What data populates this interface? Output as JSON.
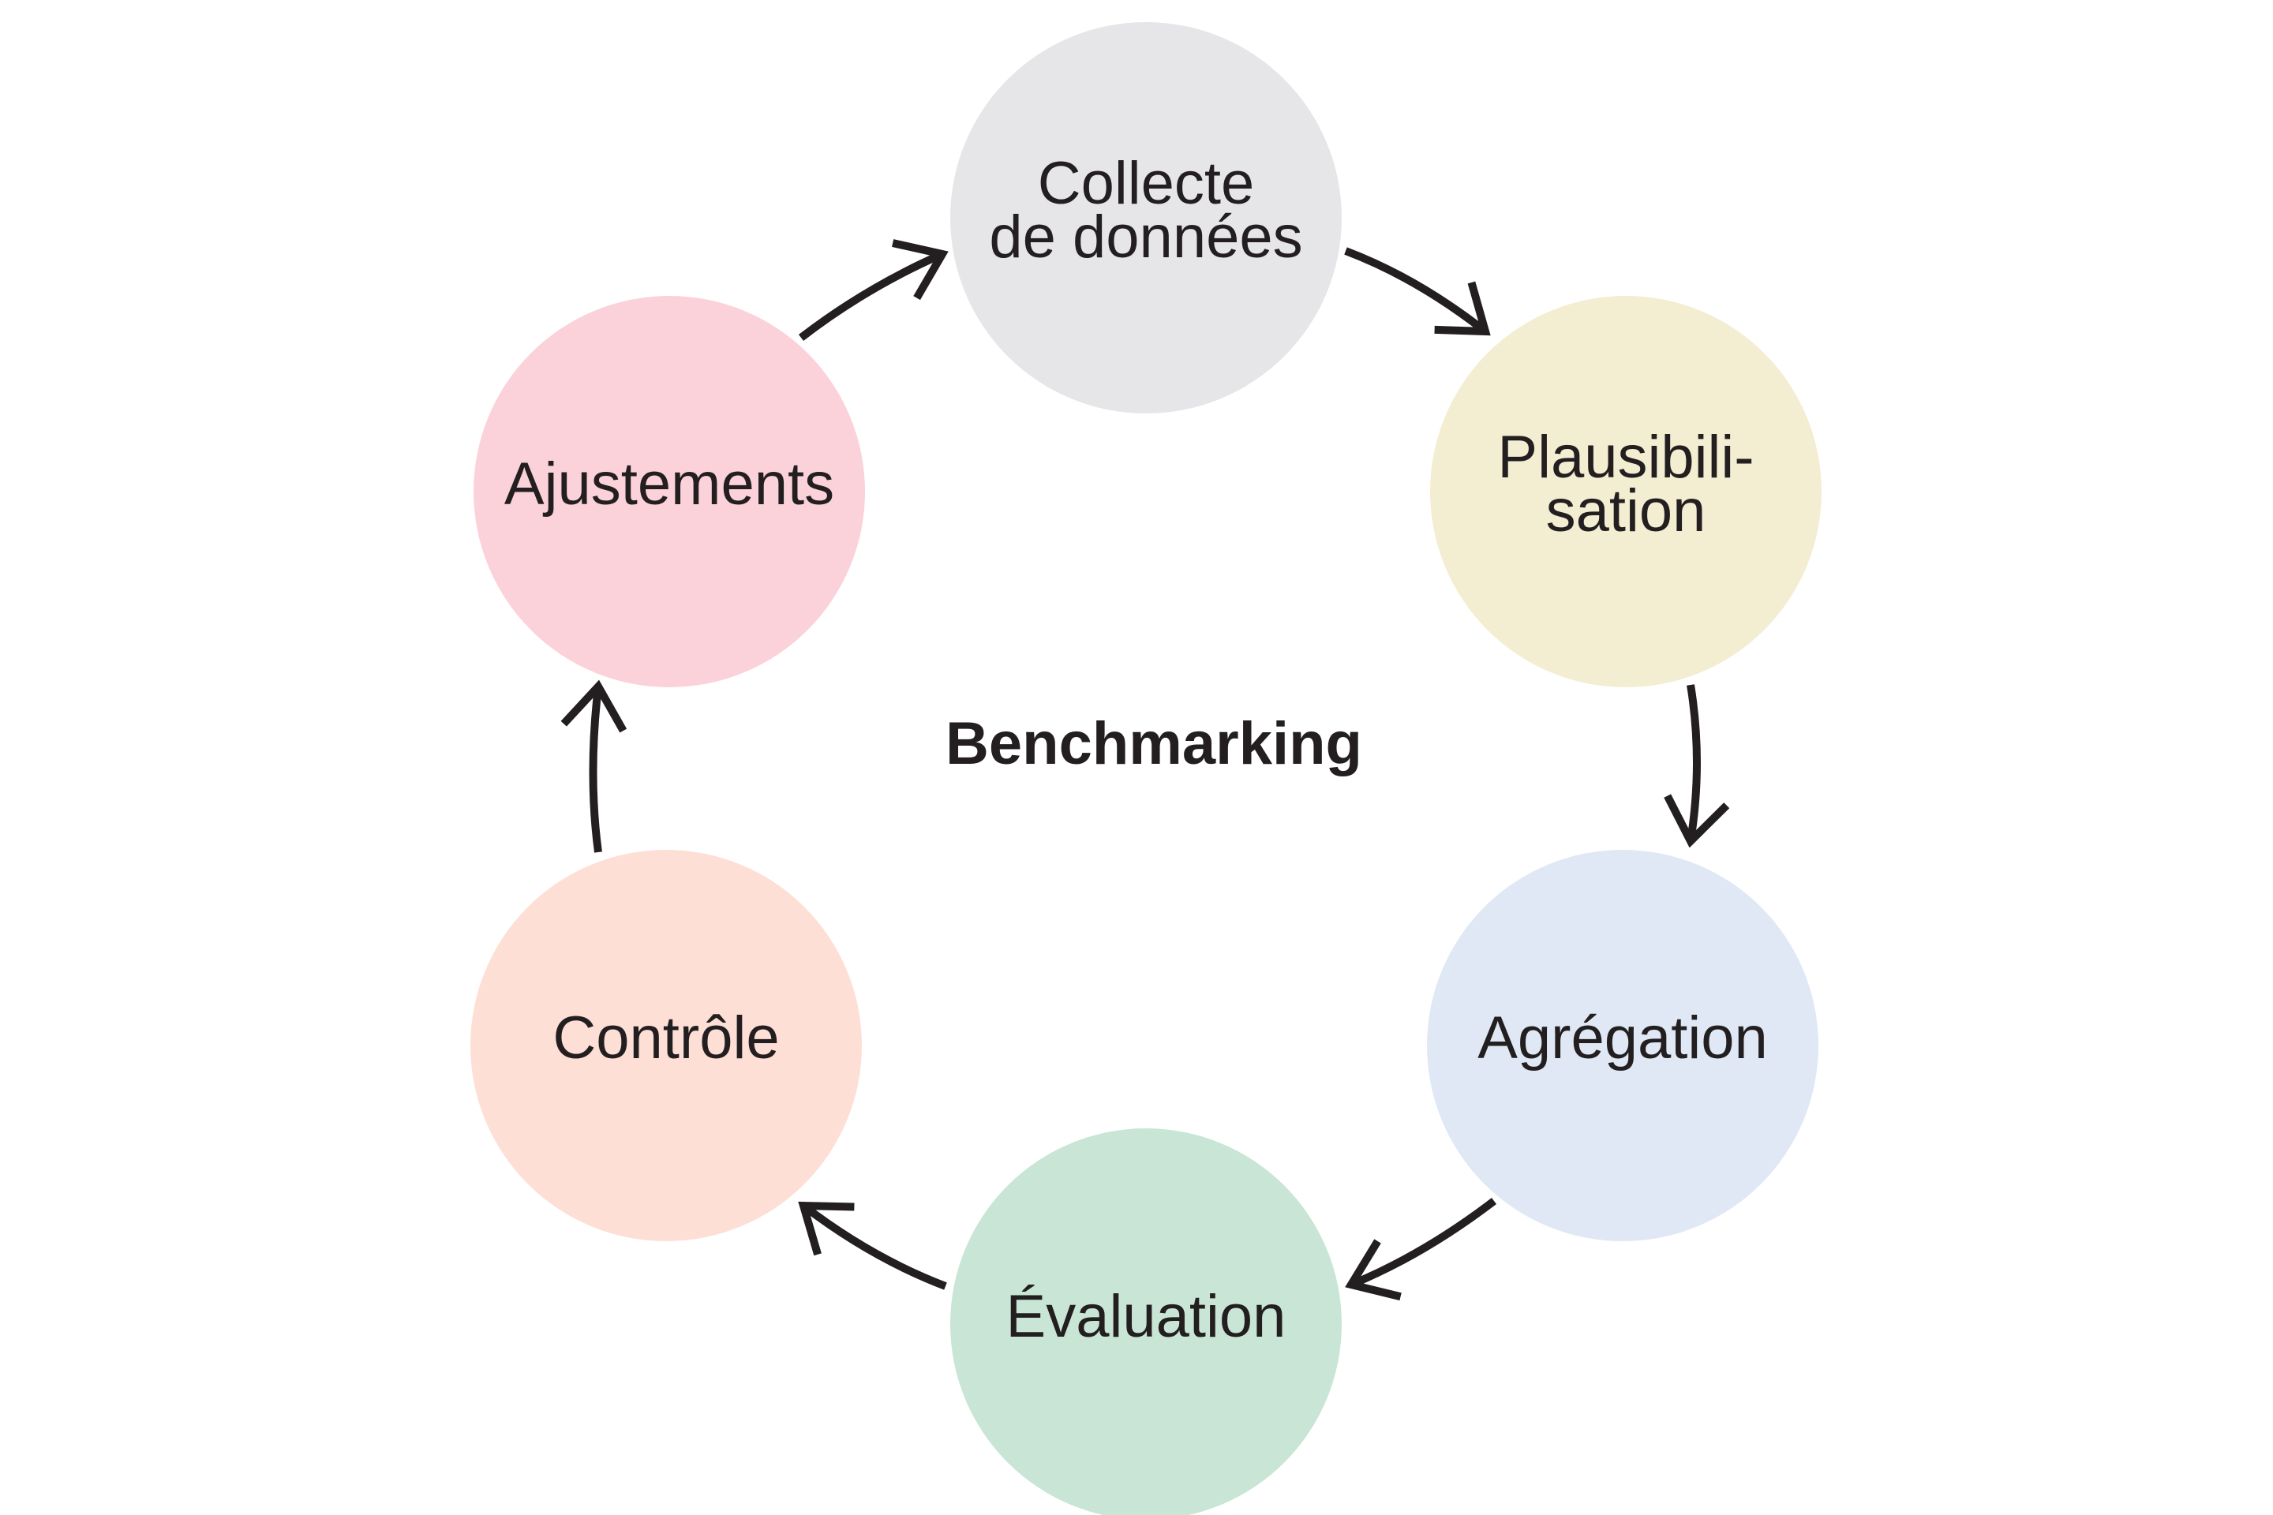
{
  "diagram": {
    "center_label": "Benchmarking",
    "arrow_color": "#231f20",
    "text_color": "#231f20",
    "nodes": [
      {
        "id": "collecte",
        "lines": [
          "Collecte",
          "de données"
        ],
        "color": "#e6e6e8"
      },
      {
        "id": "plausibilisation",
        "lines": [
          "Plausibili-",
          "sation"
        ],
        "color": "#f3edd2"
      },
      {
        "id": "agregation",
        "lines": [
          "Agrégation"
        ],
        "color": "#dfe8f4"
      },
      {
        "id": "evaluation",
        "lines": [
          "Évaluation"
        ],
        "color": "#c8e5d5"
      },
      {
        "id": "controle",
        "lines": [
          "Contrôle"
        ],
        "color": "#fddfd5"
      },
      {
        "id": "ajustements",
        "lines": [
          "Ajustements"
        ],
        "color": "#fbd2d9"
      }
    ],
    "edges": [
      {
        "from": "collecte",
        "to": "plausibilisation"
      },
      {
        "from": "plausibilisation",
        "to": "agregation"
      },
      {
        "from": "agregation",
        "to": "evaluation"
      },
      {
        "from": "evaluation",
        "to": "controle"
      },
      {
        "from": "controle",
        "to": "ajustements"
      },
      {
        "from": "ajustements",
        "to": "collecte"
      }
    ]
  }
}
